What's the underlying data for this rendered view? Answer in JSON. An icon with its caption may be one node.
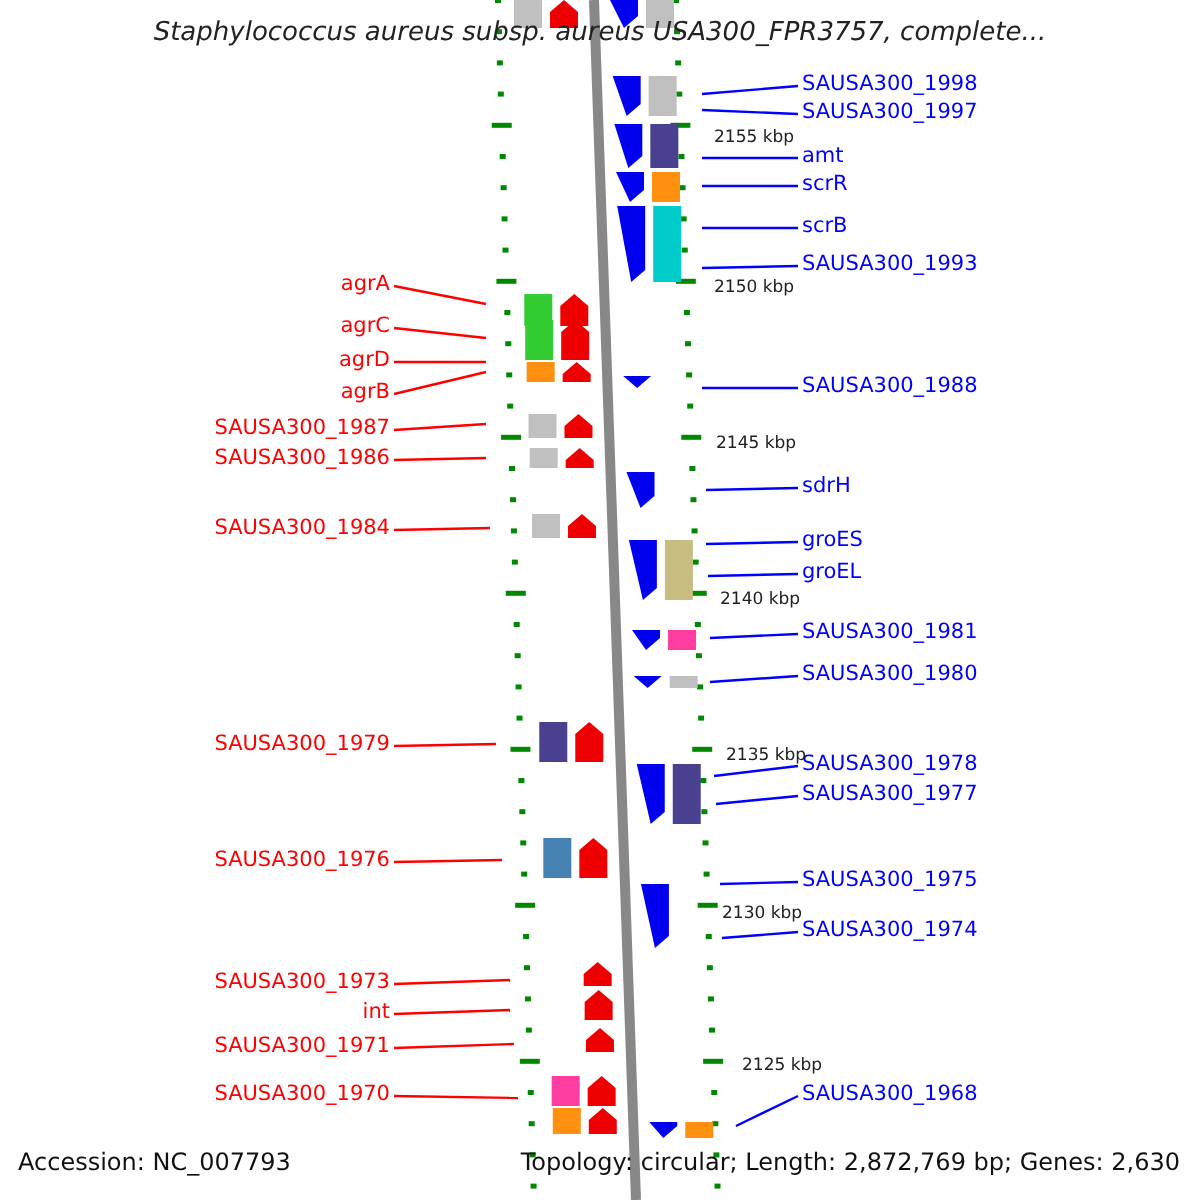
{
  "diagram": {
    "title": "Staphylococcus aureus subsp. aureus USA300_FPR3757, complete...",
    "nodes": [
      {
        "text": [
          "agrA"
        ]
      },
      {
        "text": [
          "agrC"
        ]
      },
      {
        "text": [
          "agrD"
        ]
      },
      {
        "text": [
          "agrB"
        ]
      },
      {
        "text": [
          "SAUSA300_1987"
        ]
      },
      {
        "text": [
          "SAUSA300_1986"
        ]
      },
      {
        "text": [
          "SAUSA300_1984"
        ]
      },
      {
        "text": [
          "SAUSA300_1979"
        ]
      },
      {
        "text": [
          "SAUSA300_1976"
        ]
      },
      {
        "text": [
          "SAUSA300_1973"
        ]
      },
      {
        "text": [
          "int"
        ]
      },
      {
        "text": [
          "SAUSA300_1971"
        ]
      },
      {
        "text": [
          "SAUSA300_1970"
        ]
      },
      {
        "text": [
          "SAUSA300_1998"
        ]
      },
      {
        "text": [
          "SAUSA300_1997"
        ]
      },
      {
        "text": [
          "amt"
        ]
      },
      {
        "text": [
          "scrR"
        ]
      },
      {
        "text": [
          "scrB"
        ]
      },
      {
        "text": [
          "SAUSA300_1993"
        ]
      },
      {
        "text": [
          "SAUSA300_1988"
        ]
      },
      {
        "text": [
          "sdrH"
        ]
      },
      {
        "text": [
          "groES"
        ]
      },
      {
        "text": [
          "groEL"
        ]
      },
      {
        "text": [
          "SAUSA300_1981"
        ]
      },
      {
        "text": [
          "SAUSA300_1980"
        ]
      },
      {
        "text": [
          "SAUSA300_1978"
        ]
      },
      {
        "text": [
          "SAUSA300_1977"
        ]
      },
      {
        "text": [
          "SAUSA300_1975"
        ]
      },
      {
        "text": [
          "SAUSA300_1974"
        ]
      },
      {
        "text": [
          "SAUSA300_1968"
        ]
      }
    ],
    "edges": [
      {
        "from": 0,
        "to": null,
        "arrow": "none",
        "color": "#ff0000"
      },
      {
        "from": 1,
        "to": null,
        "arrow": "none",
        "color": "#ff0000"
      },
      {
        "from": 2,
        "to": null,
        "arrow": "none",
        "color": "#ff0000"
      },
      {
        "from": 3,
        "to": null,
        "arrow": "none",
        "color": "#ff0000"
      },
      {
        "from": 4,
        "to": null,
        "arrow": "none",
        "color": "#ff0000"
      },
      {
        "from": 5,
        "to": null,
        "arrow": "none",
        "color": "#ff0000"
      },
      {
        "from": 6,
        "to": null,
        "arrow": "none",
        "color": "#ff0000"
      },
      {
        "from": 7,
        "to": null,
        "arrow": "none",
        "color": "#ff0000"
      },
      {
        "from": 8,
        "to": null,
        "arrow": "none",
        "color": "#ff0000"
      },
      {
        "from": 9,
        "to": null,
        "arrow": "none",
        "color": "#ff0000"
      },
      {
        "from": 10,
        "to": null,
        "arrow": "none",
        "color": "#ff0000"
      },
      {
        "from": 11,
        "to": null,
        "arrow": "none",
        "color": "#ff0000"
      },
      {
        "from": 12,
        "to": null,
        "arrow": "none",
        "color": "#ff0000"
      },
      {
        "from": 13,
        "to": null,
        "arrow": "none"
      },
      {
        "from": 14,
        "to": null,
        "arrow": "none"
      },
      {
        "from": 15,
        "to": null,
        "arrow": "none"
      },
      {
        "from": 16,
        "to": null,
        "arrow": "none"
      },
      {
        "from": 17,
        "to": null,
        "arrow": "none"
      },
      {
        "from": 18,
        "to": null,
        "arrow": "none"
      },
      {
        "from": 19,
        "to": null,
        "arrow": "none"
      },
      {
        "from": 20,
        "to": null,
        "arrow": "none"
      },
      {
        "from": 21,
        "to": null,
        "arrow": "none"
      },
      {
        "from": 22,
        "to": null,
        "arrow": "none"
      },
      {
        "from": 23,
        "to": null,
        "arrow": "none"
      },
      {
        "from": 24,
        "to": null,
        "arrow": "none"
      },
      {
        "from": 25,
        "to": null,
        "arrow": "none"
      },
      {
        "from": 26,
        "to": null,
        "arrow": "none"
      },
      {
        "from": 27,
        "to": null,
        "arrow": "none"
      },
      {
        "from": 28,
        "to": null,
        "arrow": "none"
      },
      {
        "from": 29,
        "to": null,
        "arrow": "none"
      }
    ],
    "labels": [
      "2155 kbp",
      "2150 kbp",
      "2145 kbp",
      "2140 kbp",
      "2135 kbp",
      "2130 kbp",
      "2125 kbp",
      "Accession: NC_007793",
      "Topology: circular; Length: 2,872,769 bp; Genes: 2,630"
    ]
  }
}
